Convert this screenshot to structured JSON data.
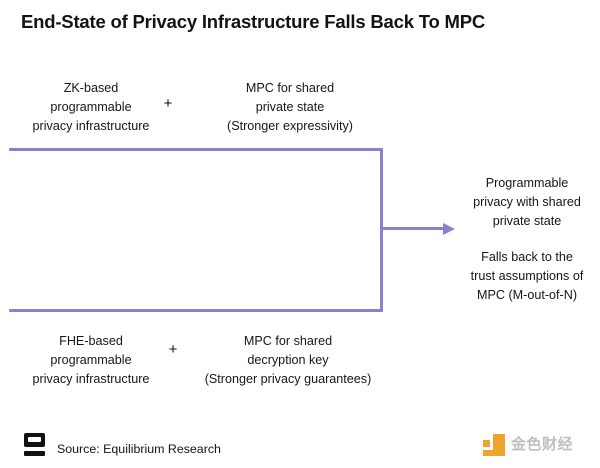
{
  "chart_data": {
    "type": "diagram",
    "title": "End-State of Privacy Infrastructure Falls Back To MPC",
    "layout": "two inputs (top and bottom) joined by an open bracket into a single right-hand output arrow",
    "accent_color": "#8d80cb",
    "nodes": [
      {
        "id": "top-left",
        "position": "top-left",
        "lines": [
          "ZK-based",
          "programmable",
          "privacy infrastructure"
        ]
      },
      {
        "id": "top-right",
        "position": "top-right",
        "lines": [
          "MPC for shared",
          "private state",
          "(Stronger expressivity)"
        ]
      },
      {
        "id": "bottom-left",
        "position": "bottom-left",
        "lines": [
          "FHE-based",
          "programmable",
          "privacy infrastructure"
        ]
      },
      {
        "id": "bottom-right",
        "position": "bottom-right",
        "lines": [
          "MPC for shared",
          "decryption key",
          "(Stronger privacy guarantees)"
        ]
      },
      {
        "id": "output-primary",
        "position": "right",
        "lines": [
          "Programmable",
          "privacy with shared",
          "private state"
        ]
      },
      {
        "id": "output-secondary",
        "position": "right",
        "lines": [
          "Falls back to the",
          "trust assumptions of",
          "MPC (M-out-of-N)"
        ]
      }
    ],
    "operators": [
      "+",
      "+"
    ],
    "connector": "arrow-right"
  },
  "title": "End-State of Privacy Infrastructure Falls Back To MPC",
  "diagram": {
    "top_left": "ZK-based\nprogrammable\nprivacy infrastructure",
    "top_right": "MPC for shared\nprivate state\n(Stronger expressivity)",
    "plus_top": "+",
    "bottom_left": "FHE-based\nprogrammable\nprivacy infrastructure",
    "bottom_right": "MPC for shared\ndecryption key\n(Stronger privacy guarantees)",
    "plus_bottom": "+",
    "output_primary": "Programmable\nprivacy with shared\nprivate state",
    "output_secondary": "Falls back to the\ntrust assumptions of\nMPC (M-out-of-N)"
  },
  "footer": {
    "source": "Source: Equilibrium Research",
    "watermark_text": "金色财经"
  },
  "colors": {
    "accent_purple": "#8d80cb",
    "text": "#161616",
    "watermark_orange": "#f0a32e",
    "watermark_gray": "#bfbfbf",
    "background": "#ffffff"
  }
}
